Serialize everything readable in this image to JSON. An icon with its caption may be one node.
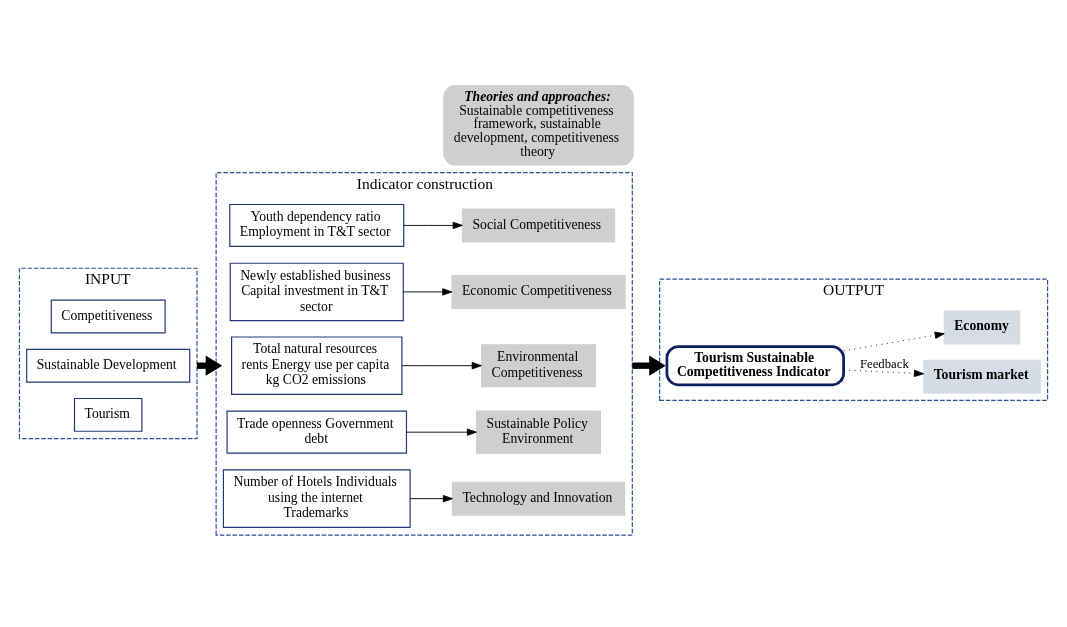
{
  "diagram": {
    "nodes": [
      {
        "text": [
          "INPUT"
        ]
      },
      {
        "text": [
          "Competitiveness"
        ],
        "in": 0
      },
      {
        "text": [
          "Sustainable Development"
        ],
        "in": 0
      },
      {
        "text": [
          "Tourism"
        ],
        "in": 0
      },
      {
        "text": [
          "Indicator construction"
        ]
      },
      {
        "text": [
          "Theories and approaches:",
          "Sustainable competitiveness framework, sustainable development, competitiveness theory"
        ]
      },
      {
        "text": [
          "Youth dependency ratio Employment in T&T sector"
        ],
        "in": 4
      },
      {
        "text": [
          "Social Competitiveness"
        ],
        "in": 4
      },
      {
        "text": [
          "Newly established business Capital investment in T&T sector"
        ],
        "in": 4
      },
      {
        "text": [
          "Economic Competitiveness"
        ],
        "in": 4
      },
      {
        "text": [
          "Total natural resources rents Energy use per capita kg CO2 emissions"
        ],
        "in": 4
      },
      {
        "text": [
          "Environmental Competitiveness"
        ],
        "in": 4
      },
      {
        "text": [
          "Trade openness Government debt"
        ],
        "in": 4
      },
      {
        "text": [
          "Sustainable Policy Environment"
        ],
        "in": 4
      },
      {
        "text": [
          "Number of Hotels Individuals using the internet Trademarks"
        ],
        "in": 4
      },
      {
        "text": [
          "Technology and Innovation"
        ],
        "in": 4
      },
      {
        "text": [
          "OUTPUT"
        ]
      },
      {
        "text": [
          "Tourism Sustainable Competitiveness Indicator"
        ],
        "in": 16
      },
      {
        "text": [
          "Tourism market"
        ],
        "in": 16
      },
      {
        "text": [
          "Economy"
        ],
        "in": 16
      }
    ],
    "edges": [
      {
        "from": 0,
        "to": 4,
        "arrow": "to",
        "style": "thick"
      },
      {
        "from": 6,
        "to": 7,
        "arrow": "to"
      },
      {
        "from": 8,
        "to": 9,
        "arrow": "to"
      },
      {
        "from": 10,
        "to": 11,
        "arrow": "to"
      },
      {
        "from": 12,
        "to": 13,
        "arrow": "to"
      },
      {
        "from": 14,
        "to": 15,
        "arrow": "to"
      },
      {
        "from": 4,
        "to": 16,
        "arrow": "to",
        "style": "thick"
      },
      {
        "from": 17,
        "to": 18,
        "arrow": "to",
        "style": "dashed",
        "label": "Feedback"
      },
      {
        "from": 17,
        "to": 19,
        "arrow": "to",
        "style": "dashed"
      }
    ]
  }
}
